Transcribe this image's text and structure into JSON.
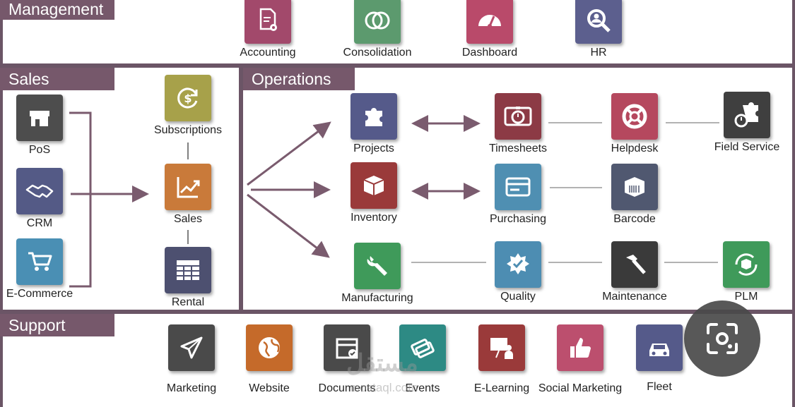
{
  "sections": {
    "management": "Management",
    "sales": "Sales",
    "operations": "Operations",
    "support": "Support"
  },
  "apps": {
    "accounting": {
      "label": "Accounting",
      "icon": "document-gear-icon",
      "color": "#a2496b"
    },
    "consolidation": {
      "label": "Consolidation",
      "icon": "overlap-circles-icon",
      "color": "#5c9a6e"
    },
    "dashboard": {
      "label": "Dashboard",
      "icon": "gauge-icon",
      "color": "#b94a6a"
    },
    "hr": {
      "label": "HR",
      "icon": "magnifier-user-icon",
      "color": "#5c5f8e"
    },
    "pos": {
      "label": "PoS",
      "icon": "shop-icon",
      "color": "#4d4d4d"
    },
    "crm": {
      "label": "CRM",
      "icon": "handshake-icon",
      "color": "#545a86"
    },
    "ecommerce": {
      "label": "E-Commerce",
      "icon": "cart-icon",
      "color": "#4a8fb4"
    },
    "subscriptions": {
      "label": "Subscriptions",
      "icon": "recurring-dollar-icon",
      "color": "#a7a14a"
    },
    "sales": {
      "label": "Sales",
      "icon": "trend-chart-icon",
      "color": "#c97a3a"
    },
    "rental": {
      "label": "Rental",
      "icon": "calendar-grid-icon",
      "color": "#4d5070"
    },
    "projects": {
      "label": "Projects",
      "icon": "puzzle-icon",
      "color": "#555a8a"
    },
    "timesheets": {
      "label": "Timesheets",
      "icon": "stopwatch-icon",
      "color": "#8c3a45"
    },
    "helpdesk": {
      "label": "Helpdesk",
      "icon": "lifebuoy-icon",
      "color": "#b5485e"
    },
    "field_service": {
      "label": "Field Service",
      "icon": "puzzle-timer-icon",
      "color": "#3f3f3f"
    },
    "inventory": {
      "label": "Inventory",
      "icon": "box-icon",
      "color": "#9a3a3a"
    },
    "purchasing": {
      "label": "Purchasing",
      "icon": "card-icon",
      "color": "#4f8fb2"
    },
    "barcode": {
      "label": "Barcode",
      "icon": "barcode-box-icon",
      "color": "#505870"
    },
    "manufacturing": {
      "label": "Manufacturing",
      "icon": "wrench-icon",
      "color": "#3f9a5a"
    },
    "quality": {
      "label": "Quality",
      "icon": "quality-badge-icon",
      "color": "#4d8db2"
    },
    "maintenance": {
      "label": "Maintenance",
      "icon": "hammer-icon",
      "color": "#3a3a3a"
    },
    "plm": {
      "label": "PLM",
      "icon": "cycle-box-icon",
      "color": "#3f9a5a"
    },
    "marketing": {
      "label": "Marketing",
      "icon": "paper-plane-icon",
      "color": "#4a4a4a"
    },
    "website": {
      "label": "Website",
      "icon": "globe-icon",
      "color": "#c56a2a"
    },
    "documents": {
      "label": "Documents",
      "icon": "archive-tray-icon",
      "color": "#4a4a4a"
    },
    "events": {
      "label": "Events",
      "icon": "tickets-icon",
      "color": "#2d8a84"
    },
    "elearning": {
      "label": "E-Learning",
      "icon": "presenter-icon",
      "color": "#9a3a3a"
    },
    "social_marketing": {
      "label": "Social Marketing",
      "icon": "thumbs-up-icon",
      "color": "#bc4f6e"
    },
    "fleet": {
      "label": "Fleet",
      "icon": "car-icon",
      "color": "#555a8a"
    }
  },
  "watermark": {
    "arabic": "مستقل",
    "latin": "mostaql.com"
  },
  "colors": {
    "frame": "#6b5566",
    "header": "#76586b",
    "connector": "#7a5b6e"
  }
}
